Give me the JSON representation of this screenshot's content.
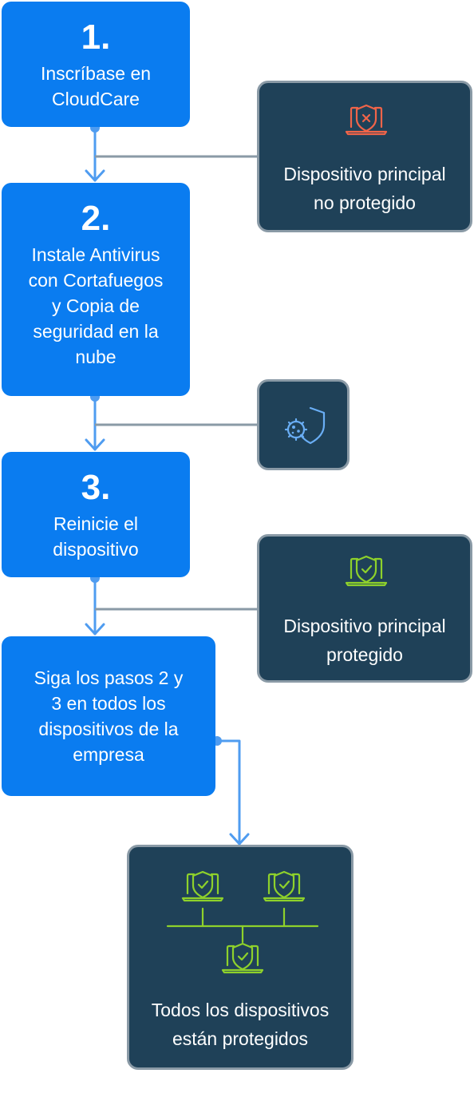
{
  "steps": [
    {
      "number": "1.",
      "text": "Inscríbase en\nCloudCare"
    },
    {
      "number": "2.",
      "text": "Instale Antivirus\ncon Cortafuegos\ny Copia de\nseguridad en la\nnube"
    },
    {
      "number": "3.",
      "text": "Reinicie el\ndispositivo"
    },
    {
      "number": "",
      "text": "Siga los pasos 2 y\n3 en todos los\ndispositivos de la\nempresa"
    }
  ],
  "status_boxes": {
    "unprotected": {
      "text": "Dispositivo principal\nno protegido",
      "icon": "laptop-shield-x-icon"
    },
    "virus": {
      "icon": "virus-shield-icon"
    },
    "protected": {
      "text": "Dispositivo principal\nprotegido",
      "icon": "laptop-shield-check-icon"
    },
    "all_protected": {
      "text": "Todos los dispositivos\nestán protegidos",
      "icon": "network-laptops-check-icon"
    }
  },
  "colors": {
    "step_blue": "#0a7cf0",
    "connector_blue": "#4f9cf0",
    "dark_box": "#1f4158",
    "box_border": "#8a9aa6",
    "alert_red": "#f06449",
    "safe_green": "#8ed12b",
    "virus_blue": "#6aaef5"
  }
}
